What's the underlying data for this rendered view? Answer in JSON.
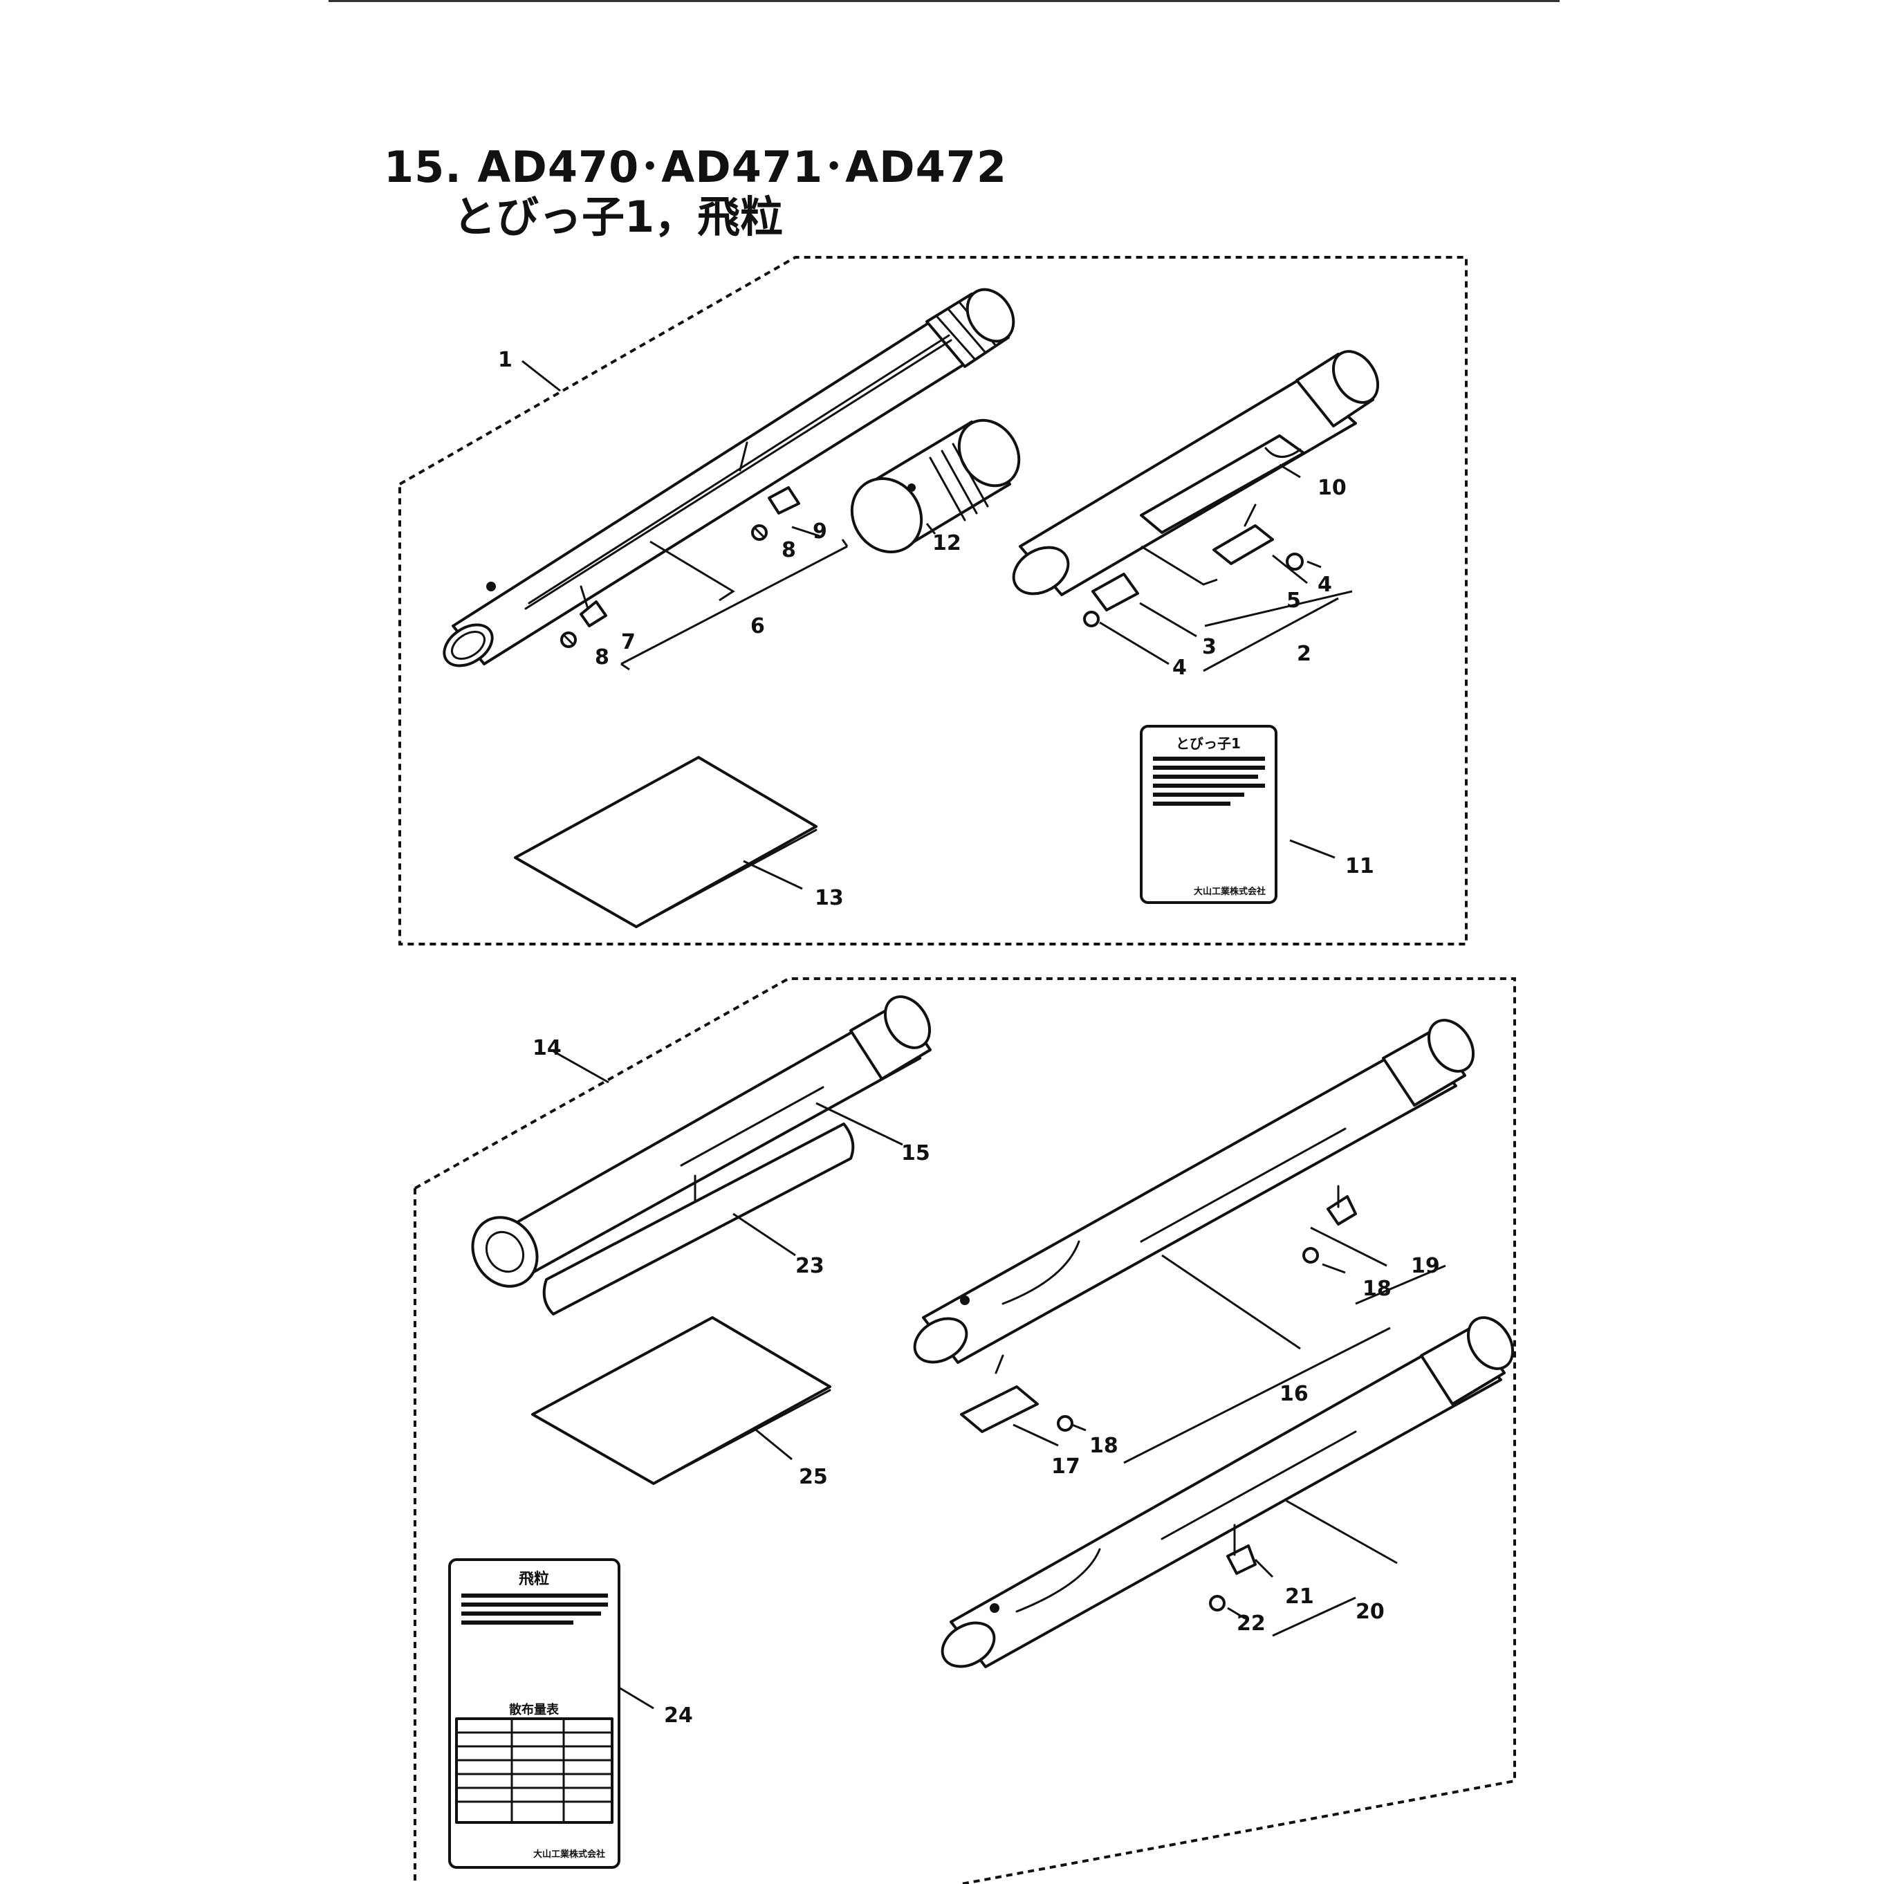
{
  "title": {
    "line1": "15. AD470･AD471･AD472",
    "line2": "とびっ子1，飛粒"
  },
  "callouts": [
    "1",
    "2",
    "3",
    "4",
    "5",
    "6",
    "7",
    "8",
    "9",
    "10",
    "11",
    "12",
    "13",
    "14",
    "15",
    "16",
    "17",
    "18",
    "19",
    "20",
    "21",
    "22",
    "23",
    "24",
    "25"
  ],
  "labels": {
    "label11_heading": "とびっ子1",
    "label11_maker": "大山工業株式会社",
    "label24_heading": "飛粒",
    "label24_table_title": "散布量表",
    "label24_maker": "大山工業株式会社"
  },
  "colors": {
    "ink": "#111111",
    "paper": "#ffffff"
  }
}
